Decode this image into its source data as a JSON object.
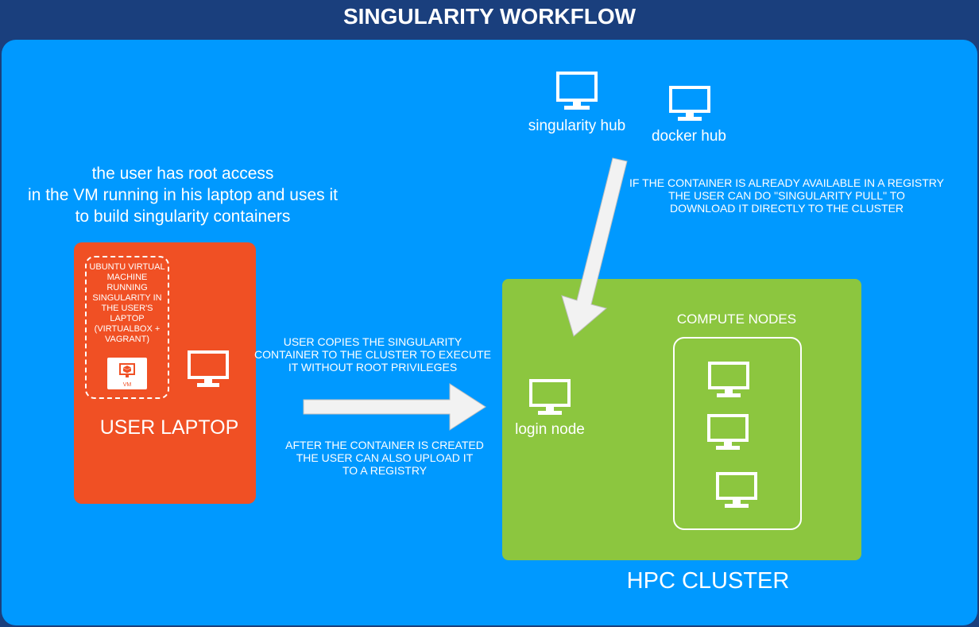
{
  "title": "SINGULARITY WORKFLOW",
  "root_note": {
    "line1": "the user has root access",
    "line2": "in the VM running in his laptop and uses it",
    "line3": "to build singularity containers"
  },
  "laptop": {
    "label": "USER LAPTOP",
    "vm_lines": [
      "UBUNTU VIRTUAL",
      "MACHINE",
      "RUNNING",
      "SINGULARITY IN",
      "THE USER'S",
      "LAPTOP",
      "(VIRTUALBOX +",
      "VAGRANT)"
    ],
    "vm_badge": "VM"
  },
  "copy_note": {
    "line1": "USER COPIES THE SINGULARITY",
    "line2": "CONTAINER TO THE CLUSTER TO EXECUTE",
    "line3": "IT WITHOUT ROOT PRIVILEGES"
  },
  "upload_note": {
    "line1": "AFTER THE CONTAINER IS CREATED",
    "line2": "THE USER CAN ALSO UPLOAD IT",
    "line3": "TO A REGISTRY"
  },
  "registry_note": {
    "line1": "IF THE CONTAINER IS ALREADY AVAILABLE IN A REGISTRY",
    "line2": "THE USER CAN DO \"SINGULARITY PULL\" TO",
    "line3": "DOWNLOAD IT DIRECTLY TO THE CLUSTER"
  },
  "hubs": {
    "singularity": "singularity hub",
    "docker": "docker hub"
  },
  "cluster": {
    "label": "HPC CLUSTER",
    "login_node": "login node",
    "compute_nodes": "COMPUTE NODES"
  },
  "colors": {
    "header": "#1a3f7d",
    "canvas": "#0099ff",
    "laptop": "#f05024",
    "cluster": "#8cc63f",
    "arrow": "#f2f2f2"
  },
  "icons": {
    "monitor": "monitor-icon",
    "vm": "virtualbox-icon"
  }
}
